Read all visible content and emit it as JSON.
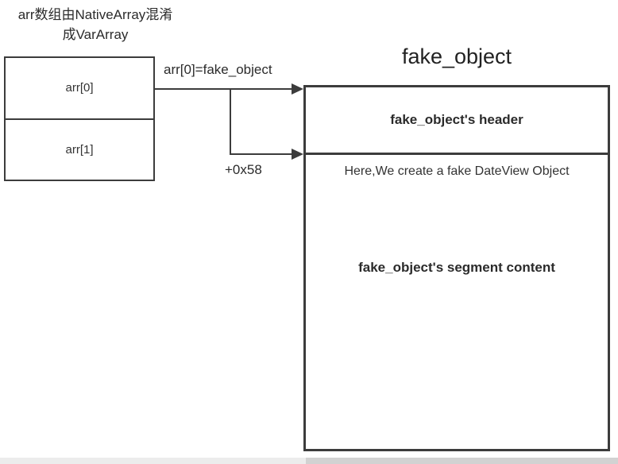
{
  "annotation": {
    "line1": "arr数组由NativeArray混淆",
    "line2": "成VarArray"
  },
  "array_box": {
    "cells": [
      {
        "label": "arr[0]"
      },
      {
        "label": "arr[1]"
      }
    ]
  },
  "arrows": {
    "assign_label": "arr[0]=fake_object",
    "offset_label": "+0x58"
  },
  "fake_object": {
    "title": "fake_object",
    "header_label": "fake_object's header",
    "content_note": "Here,We create a fake DateView Object",
    "segment_label": "fake_object's segment content"
  },
  "colors": {
    "line": "#3c3c3c",
    "text": "#2b2b2b",
    "scrollbar_track": "#ececec",
    "scrollbar_thumb": "#d2d2d2"
  }
}
